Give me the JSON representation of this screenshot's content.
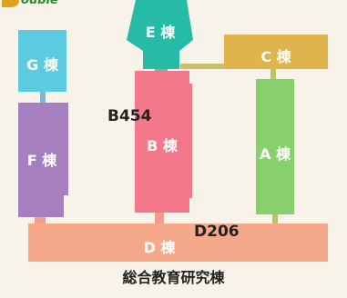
{
  "logo": {
    "text": "ouble"
  },
  "buildings": {
    "g": {
      "label": "G 棟",
      "color": "#5ccbe0"
    },
    "f": {
      "label": "F 棟",
      "color": "#a57fc0"
    },
    "e": {
      "label": "E 棟",
      "color": "#26bba6"
    },
    "b": {
      "label": "B 棟",
      "color": "#f2788a"
    },
    "c": {
      "label": "C 棟",
      "color": "#e0b44c"
    },
    "a": {
      "label": "A 棟",
      "color": "#88cf6e"
    },
    "d": {
      "label": "D 棟",
      "color": "#f6a98a"
    }
  },
  "rooms": {
    "b454": "B454",
    "d206": "D206"
  },
  "caption": "総合教育研究棟"
}
